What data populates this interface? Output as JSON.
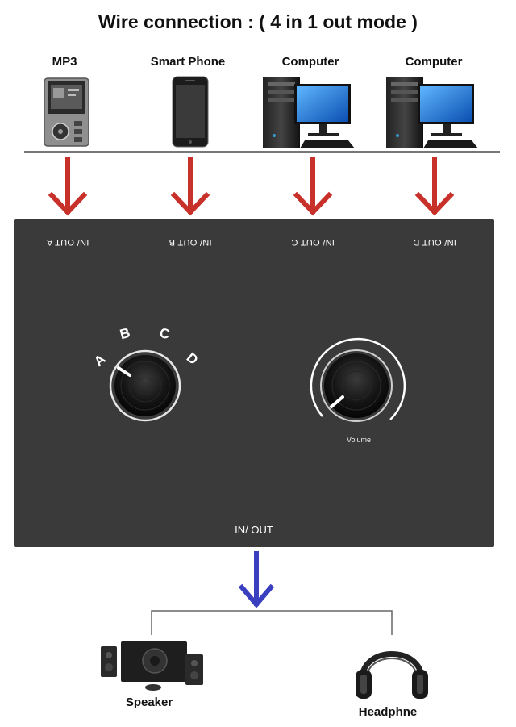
{
  "title": "Wire connection : ( 4 in 1 out mode )",
  "sources": [
    {
      "label": "MP3",
      "icon": "mp3-player-icon"
    },
    {
      "label": "Smart Phone",
      "icon": "smartphone-icon"
    },
    {
      "label": "Computer",
      "icon": "computer-icon"
    },
    {
      "label": "Computer",
      "icon": "computer-icon"
    }
  ],
  "panel": {
    "ports": [
      "IN/ OUT A",
      "IN/ OUT B",
      "IN/ OUT C",
      "IN/ OUT D"
    ],
    "selector_positions": [
      "A",
      "B",
      "C",
      "D"
    ],
    "selected_position": "A",
    "volume_label": "Volume",
    "bottom_port": "IN/ OUT"
  },
  "outputs": [
    {
      "label": "Speaker",
      "icon": "speaker-icon"
    },
    {
      "label": "Headphne",
      "icon": "headphone-icon"
    }
  ],
  "colors": {
    "input_arrow": "#c8302a",
    "output_arrow": "#3a3fc0",
    "panel": "#3a3a3a"
  }
}
